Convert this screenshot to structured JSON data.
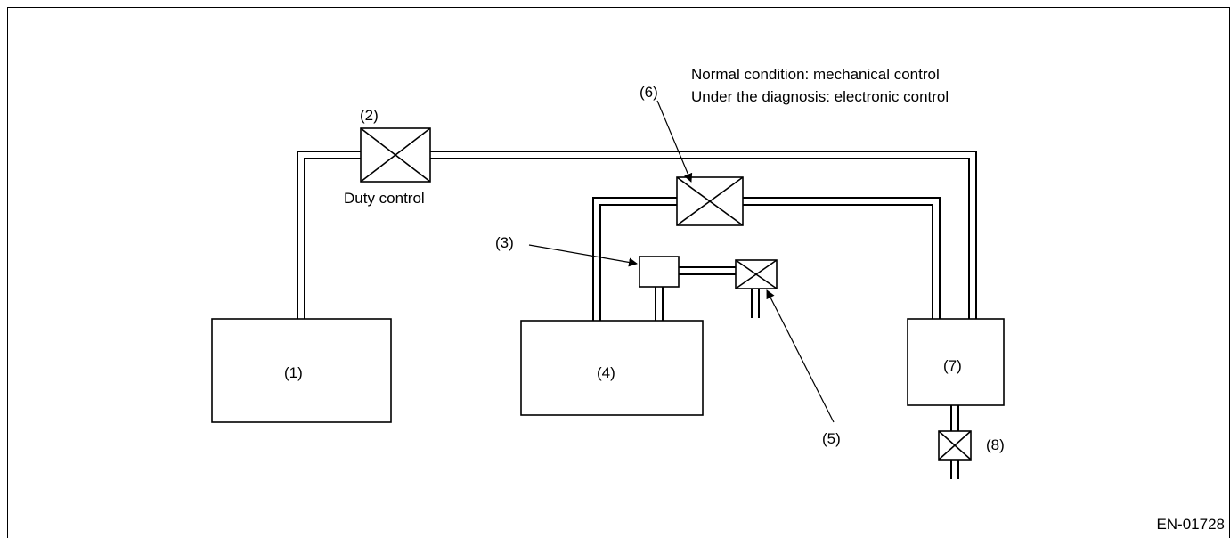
{
  "diagram": {
    "labels": {
      "part1": "(1)",
      "part2": "(2)",
      "part3": "(3)",
      "part4": "(4)",
      "part5": "(5)",
      "part6": "(6)",
      "part7": "(7)",
      "part8": "(8)"
    },
    "duty_control": "Duty control",
    "note_line1": "Normal condition: mechanical control",
    "note_line2": "Under the diagnosis: electronic control",
    "figure_code": "EN-01728"
  }
}
